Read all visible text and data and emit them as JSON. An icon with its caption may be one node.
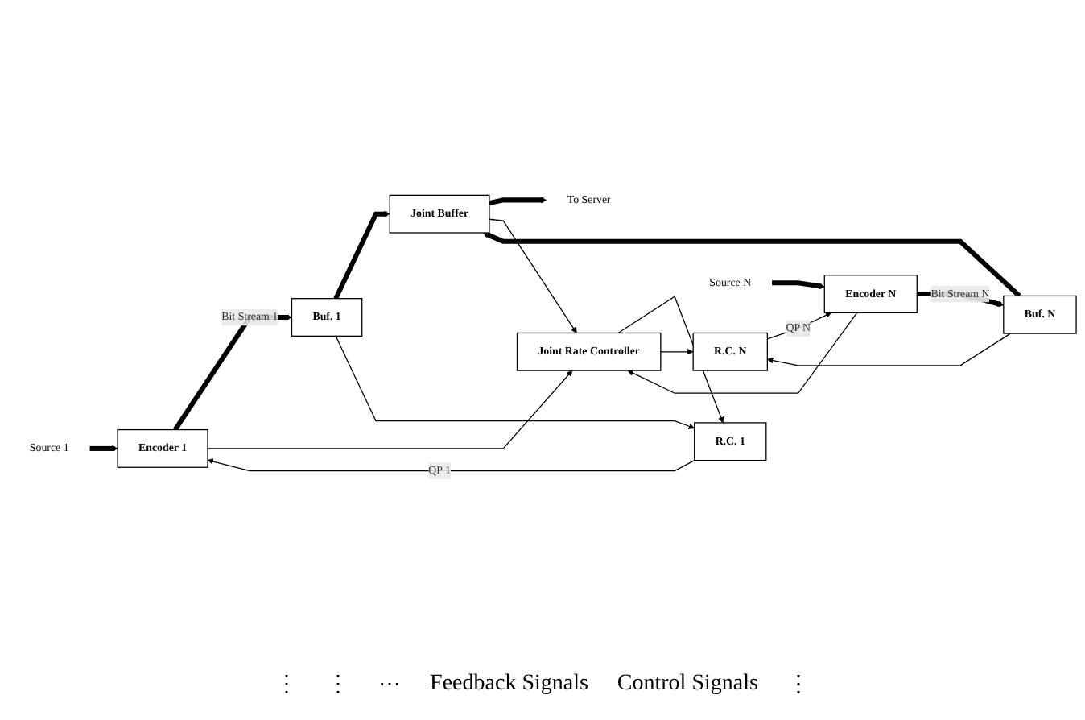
{
  "diagram": {
    "nodes": [
      {
        "text": [
          "Source 1"
        ]
      },
      {
        "text": [
          "Encoder 1"
        ]
      },
      {
        "text": [
          "Buf. 1"
        ]
      },
      {
        "text": [
          "Joint Buffer"
        ]
      },
      {
        "text": [
          "To Server"
        ]
      },
      {
        "text": [
          "R.C. 1"
        ]
      },
      {
        "text": [
          "Source N"
        ]
      },
      {
        "text": [
          "Encoder N"
        ]
      },
      {
        "text": [
          "Buf. N"
        ]
      },
      {
        "text": [
          "R.C. N"
        ]
      },
      {
        "text": [
          "Joint Rate Controller"
        ]
      }
    ],
    "edges": [
      {
        "from": 0,
        "to": 1,
        "arrow": "to",
        "style": "thick"
      },
      {
        "from": 1,
        "to": 2,
        "arrow": "to",
        "label": "Bit Stream 1",
        "style": "thick"
      },
      {
        "from": 1,
        "to": 10,
        "arrow": "to"
      },
      {
        "from": 2,
        "to": 3,
        "arrow": "to",
        "style": "thick"
      },
      {
        "from": 2,
        "to": 5,
        "arrow": "to"
      },
      {
        "from": 5,
        "to": 1,
        "arrow": "to",
        "label": "QP 1"
      },
      {
        "from": 10,
        "to": 5,
        "arrow": "to"
      },
      {
        "from": 6,
        "to": 7,
        "arrow": "to",
        "style": "thick"
      },
      {
        "from": 7,
        "to": 8,
        "arrow": "to",
        "label": "Bit Stream N",
        "style": "thick"
      },
      {
        "from": 7,
        "to": 10,
        "arrow": "to"
      },
      {
        "from": 8,
        "to": 3,
        "arrow": "to",
        "style": "thick"
      },
      {
        "from": 8,
        "to": 9,
        "arrow": "to"
      },
      {
        "from": 9,
        "to": 7,
        "arrow": "to",
        "label": "QP N"
      },
      {
        "from": 10,
        "to": 9,
        "arrow": "to"
      },
      {
        "from": 3,
        "to": 4,
        "arrow": "to",
        "style": "thick"
      },
      {
        "from": 3,
        "to": 10,
        "arrow": "to"
      }
    ],
    "labels": [
      "⋮",
      "⋮",
      "⋯",
      "Feedback Signals",
      "Control Signals",
      "⋮"
    ]
  }
}
